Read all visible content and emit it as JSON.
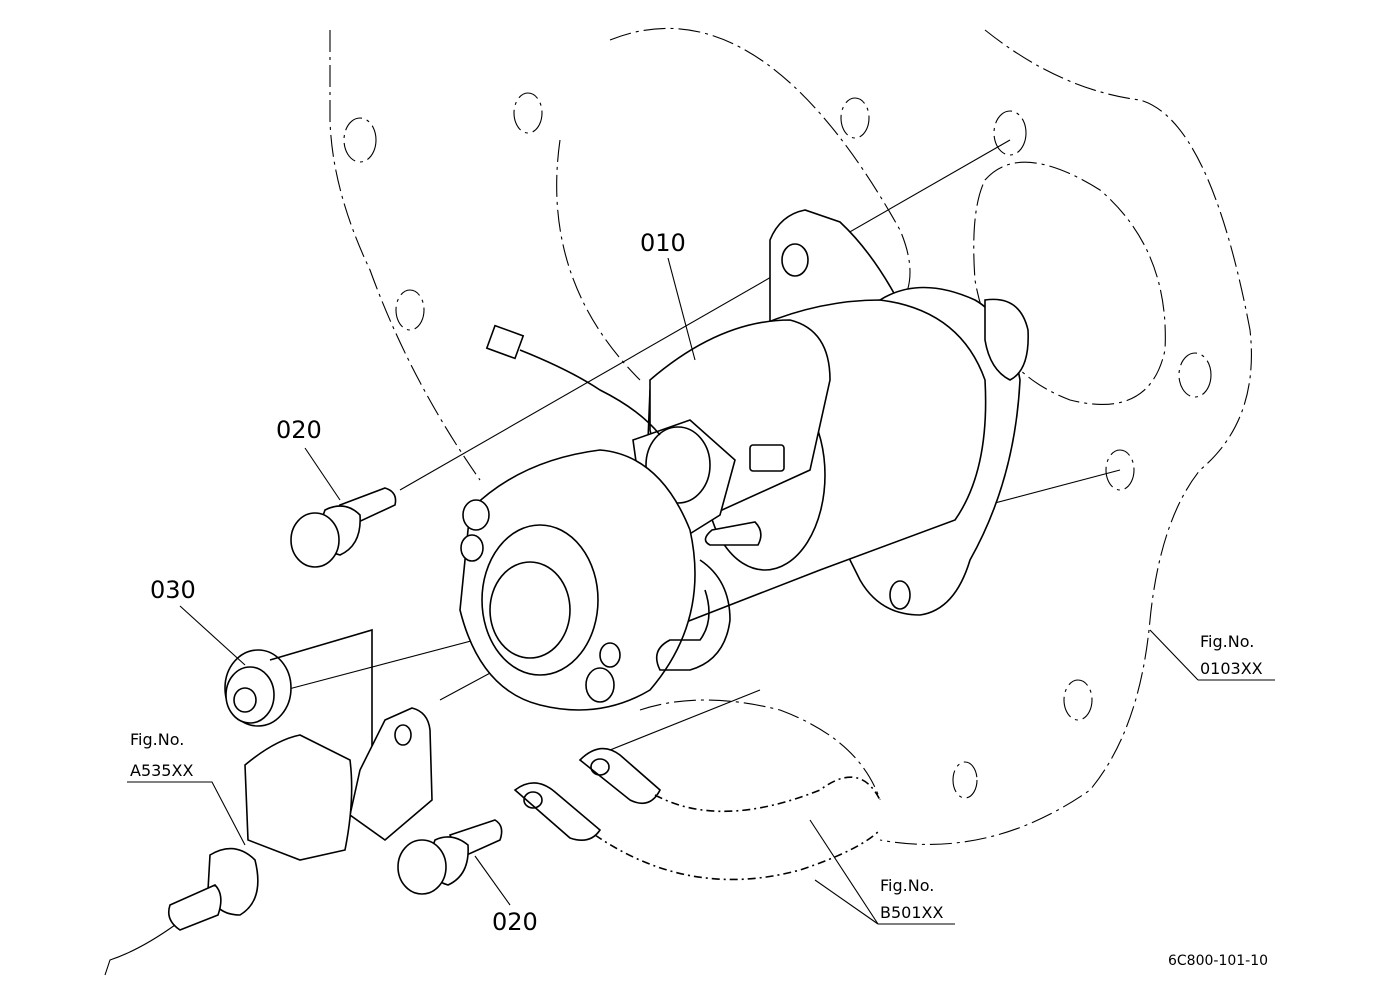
{
  "callouts": [
    {
      "id": "part-010",
      "text": "010"
    },
    {
      "id": "part-020-top",
      "text": "020"
    },
    {
      "id": "part-030",
      "text": "030"
    },
    {
      "id": "part-020-bottom",
      "text": "020"
    }
  ],
  "figure_refs": [
    {
      "id": "fig-ref-a535xx",
      "line1": "Fig.No.",
      "line2": "A535XX"
    },
    {
      "id": "fig-ref-0103xx",
      "line1": "Fig.No.",
      "line2": "0103XX"
    },
    {
      "id": "fig-ref-b501xx",
      "line1": "Fig.No.",
      "line2": "B501XX"
    }
  ],
  "drawing_code": "6C800-101-10"
}
